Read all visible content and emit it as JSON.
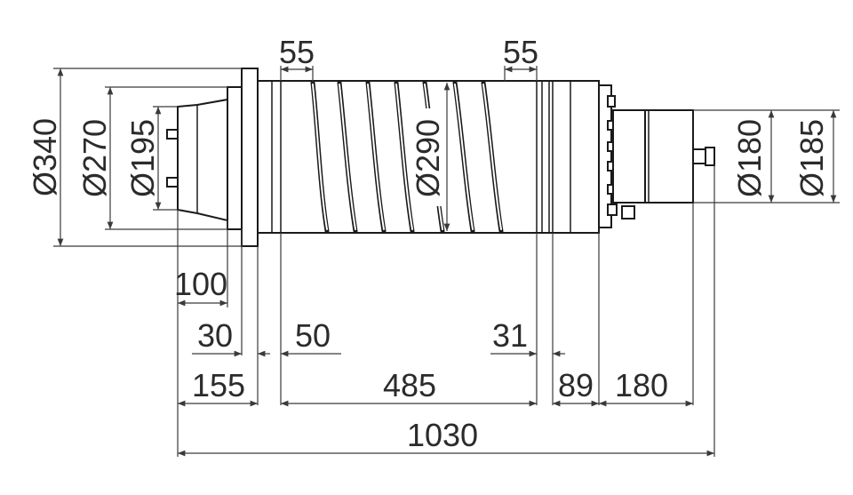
{
  "dimensions": {
    "d340": "Ø340",
    "d270": "Ø270",
    "d195": "Ø195",
    "d290": "Ø290",
    "d180": "Ø180",
    "d185": "Ø185",
    "top_left_55": "55",
    "top_right_55": "55",
    "len_100": "100",
    "len_30": "30",
    "len_50": "50",
    "len_31": "31",
    "len_155": "155",
    "len_485": "485",
    "len_89": "89",
    "len_180": "180",
    "len_1030": "1030"
  }
}
